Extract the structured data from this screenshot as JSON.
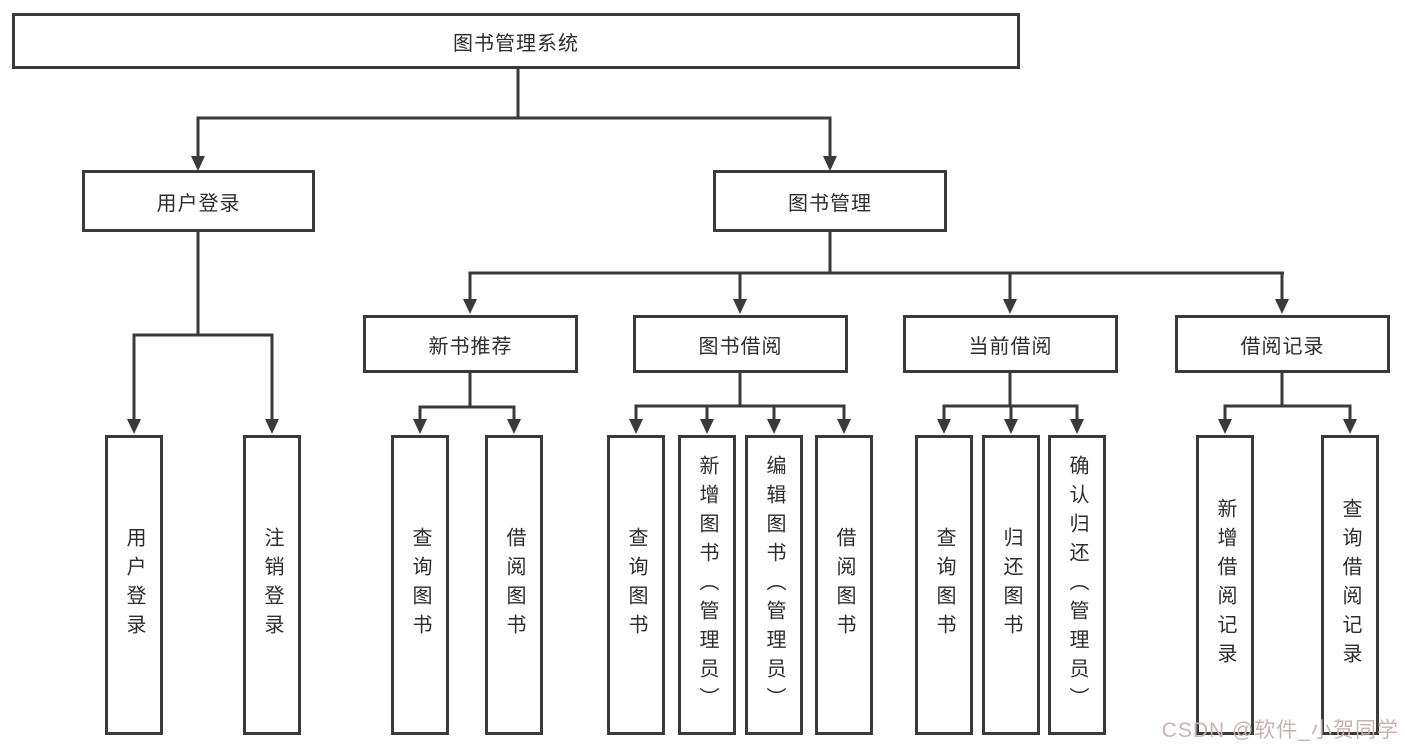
{
  "diagram": {
    "root": "图书管理系统",
    "branches": [
      {
        "label": "用户登录",
        "leaves": [
          "用户登录",
          "注销登录"
        ]
      },
      {
        "label": "图书管理",
        "groups": [
          {
            "label": "新书推荐",
            "leaves": [
              "查询图书",
              "借阅图书"
            ]
          },
          {
            "label": "图书借阅",
            "leaves": [
              "查询图书",
              "新增图书（管理员）",
              "编辑图书（管理员）",
              "借阅图书"
            ]
          },
          {
            "label": "当前借阅",
            "leaves": [
              "查询图书",
              "归还图书",
              "确认归还（管理员）"
            ]
          },
          {
            "label": "借阅记录",
            "leaves": [
              "新增借阅记录",
              "查询借阅记录"
            ]
          }
        ]
      }
    ]
  },
  "watermark": {
    "text": "CSDN @软件_小贺同学"
  },
  "colors": {
    "line": "#3a3a3a",
    "box_border": "#3a3a3a",
    "text": "#2d2d2d",
    "watermark": "#c9b2b6",
    "background": "#ffffff"
  }
}
